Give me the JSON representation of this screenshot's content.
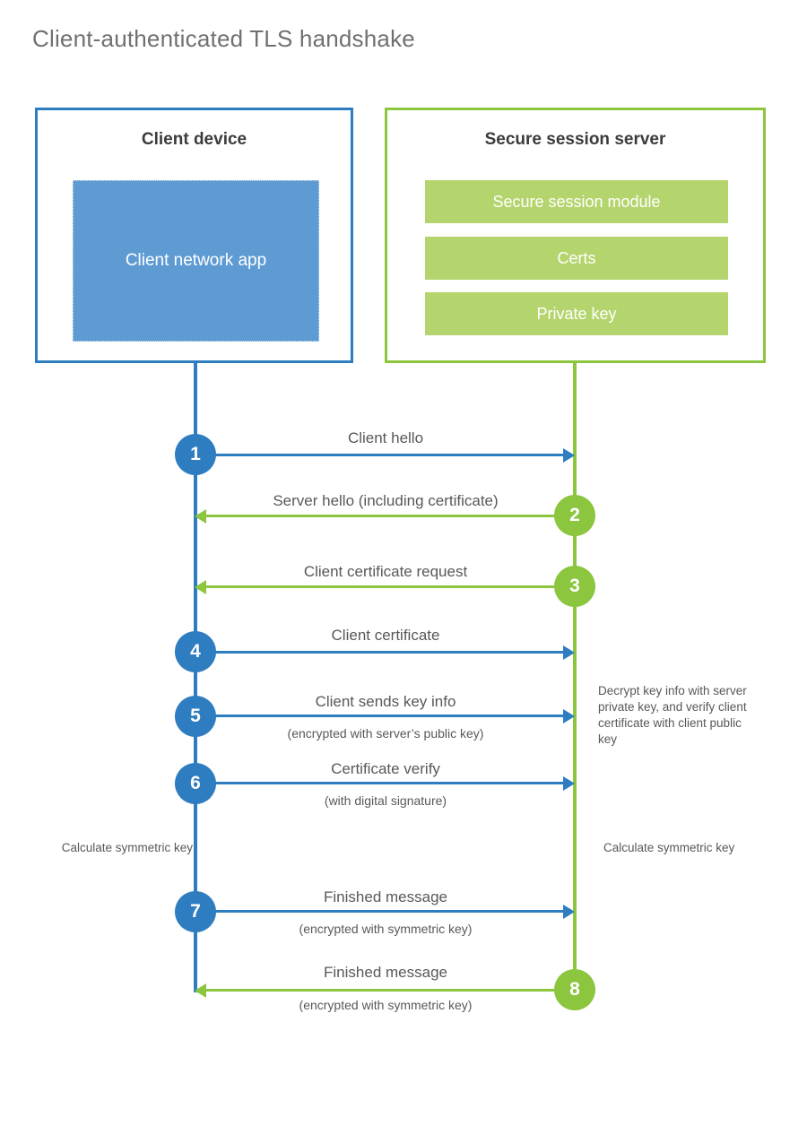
{
  "title": "Client-authenticated TLS handshake",
  "colors": {
    "client_blue": "#2e7dc0",
    "client_app_fill": "#5e9bd3",
    "server_green": "#8cc63f",
    "server_bar_fill": "#b4d56d",
    "text": "#58585b",
    "title_text": "#6f7072"
  },
  "actors": {
    "client": {
      "title": "Client device",
      "app_label": "Client network app"
    },
    "server": {
      "title": "Secure session server",
      "components": [
        "Secure session module",
        "Certs",
        "Private key"
      ]
    }
  },
  "messages": [
    {
      "step": "1",
      "label": "Client hello",
      "sublabel": "",
      "direction": "client-to-server",
      "color": "blue"
    },
    {
      "step": "2",
      "label": "Server hello (including certificate)",
      "sublabel": "",
      "direction": "server-to-client",
      "color": "green"
    },
    {
      "step": "3",
      "label": "Client certificate request",
      "sublabel": "",
      "direction": "server-to-client",
      "color": "green"
    },
    {
      "step": "4",
      "label": "Client certificate",
      "sublabel": "",
      "direction": "client-to-server",
      "color": "blue"
    },
    {
      "step": "5",
      "label": "Client sends key info",
      "sublabel": "(encrypted with server’s public key)",
      "direction": "client-to-server",
      "color": "blue"
    },
    {
      "step": "6",
      "label": "Certificate verify",
      "sublabel": "(with digital signature)",
      "direction": "client-to-server",
      "color": "blue"
    },
    {
      "step": "7",
      "label": "Finished message",
      "sublabel": "(encrypted with symmetric key)",
      "direction": "client-to-server",
      "color": "blue"
    },
    {
      "step": "8",
      "label": "Finished message",
      "sublabel": "(encrypted with symmetric key)",
      "direction": "server-to-client",
      "color": "green"
    }
  ],
  "notes": {
    "decrypt": "Decrypt key info with server private key, and verify client certificate with client public key",
    "calculate_client": "Calculate symmetric key",
    "calculate_server": "Calculate symmetric key"
  }
}
